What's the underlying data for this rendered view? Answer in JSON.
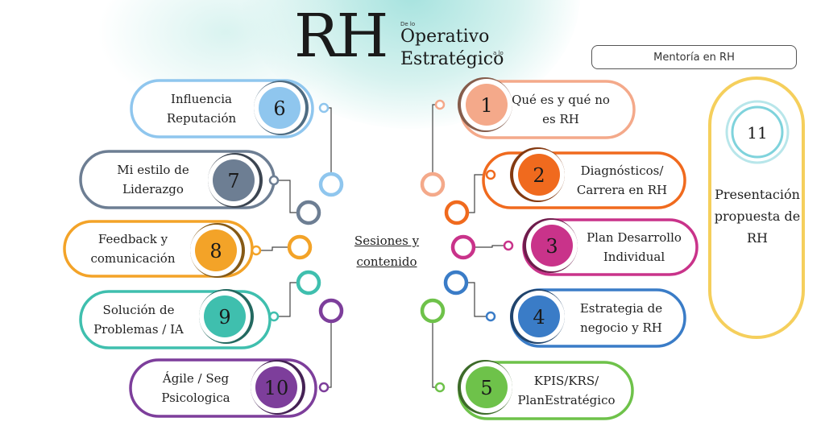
{
  "title": {
    "rh": "RH",
    "de_lo": "De lo",
    "operativo": "Operativo",
    "a_lo": "a lo",
    "estrategico": "Estratégico"
  },
  "mentoria_label": "Mentoría en RH",
  "center_label": [
    "Sesiones y",
    "contenido"
  ],
  "sessions": [
    {
      "n": "1",
      "lines": [
        "Qué es y qué no",
        "es RH"
      ],
      "color": "#f4a98a"
    },
    {
      "n": "2",
      "lines": [
        "Diagnósticos/",
        "Carrera en RH"
      ],
      "color": "#f06a1e"
    },
    {
      "n": "3",
      "lines": [
        "Plan Desarrollo",
        "Individual"
      ],
      "color": "#c9338a"
    },
    {
      "n": "4",
      "lines": [
        "Estrategia de",
        "negocio y RH"
      ],
      "color": "#3a7cc7"
    },
    {
      "n": "5",
      "lines": [
        "KPIS/KRS/",
        "PlanEstratégico"
      ],
      "color": "#6ec24a"
    },
    {
      "n": "6",
      "lines": [
        "Influencia",
        "Reputación"
      ],
      "color": "#8fc6ee"
    },
    {
      "n": "7",
      "lines": [
        "Mi estilo de",
        "Liderazgo"
      ],
      "color": "#6d7e93"
    },
    {
      "n": "8",
      "lines": [
        "Feedback y",
        "comunicación"
      ],
      "color": "#f3a328"
    },
    {
      "n": "9",
      "lines": [
        "Solución de",
        "Problemas / IA"
      ],
      "color": "#3fbfae"
    },
    {
      "n": "10",
      "lines": [
        "Ágile / Seg",
        "Psicologica"
      ],
      "color": "#7d3e9b"
    },
    {
      "n": "11",
      "lines": [
        "Presentación",
        "propuesta de",
        "RH"
      ],
      "color": "#f5cf5c"
    }
  ]
}
